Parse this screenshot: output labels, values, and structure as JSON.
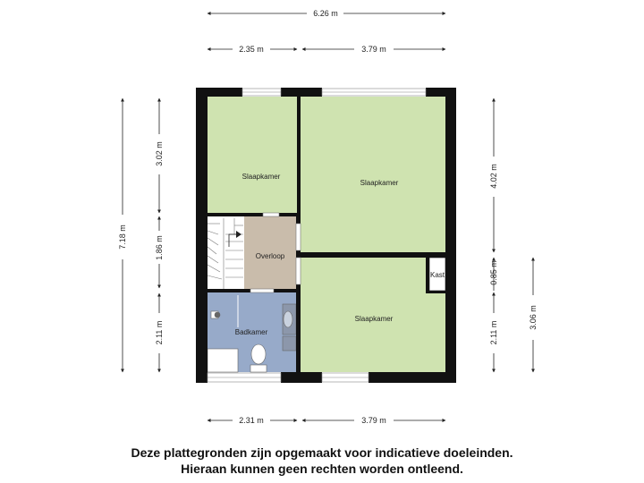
{
  "dimensions": {
    "top_total": "6.26 m",
    "top_left": "2.35 m",
    "top_right": "3.79 m",
    "left_total": "7.18 m",
    "left_top": "3.02 m",
    "left_mid": "1.86 m",
    "left_bottom": "2.11 m",
    "right_top": "4.02 m",
    "right_mid": "0.85 m",
    "right_bottom": "2.11 m",
    "right_outer": "3.06 m",
    "bottom_left": "2.31 m",
    "bottom_right": "3.79 m"
  },
  "rooms": {
    "slaapkamer_top_left": "Slaapkamer",
    "slaapkamer_top_right": "Slaapkamer",
    "slaapkamer_bottom_right": "Slaapkamer",
    "overloop": "Overloop",
    "badkamer": "Badkamer",
    "kast": "Kast"
  },
  "colors": {
    "bedroom": "#cfe3b0",
    "landing": "#c9bcab",
    "bathroom": "#97aac9",
    "wall": "#111111"
  },
  "disclaimer": {
    "line1": "Deze plattegronden zijn opgemaakt voor indicatieve doeleinden.",
    "line2": "Hieraan kunnen geen rechten worden ontleend."
  }
}
